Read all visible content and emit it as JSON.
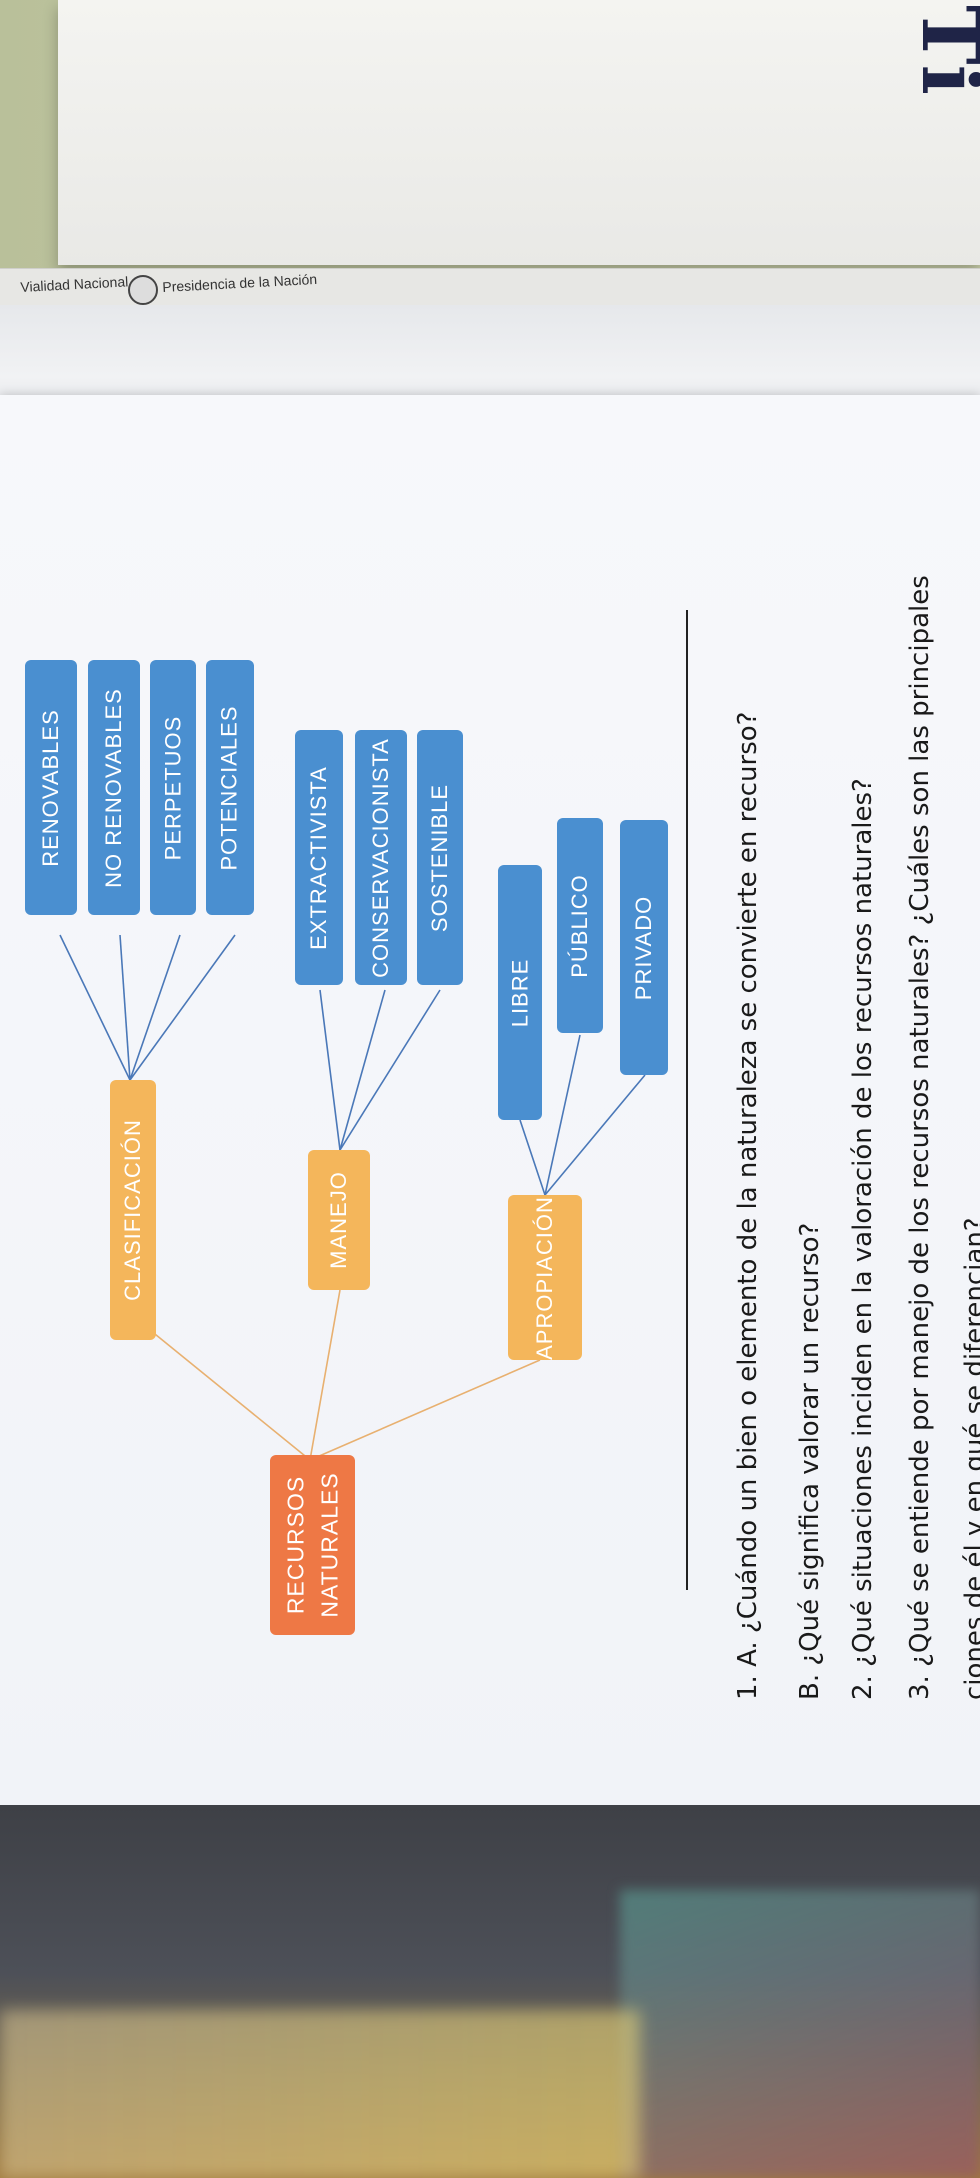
{
  "background": {
    "book_title": "Ti",
    "strip": {
      "left_text": "Vialidad Nacional",
      "right_text": "Presidencia de la Nación"
    }
  },
  "diagram": {
    "root": "RECURSOS NATURALES",
    "branches": [
      {
        "label": "CLASIFICACIÓN",
        "children": [
          "RENOVABLES",
          "NO RENOVABLES",
          "PERPETUOS",
          "POTENCIALES"
        ]
      },
      {
        "label": "MANEJO",
        "children": [
          "EXTRACTIVISTA",
          "CONSERVACIONISTA",
          "SOSTENIBLE"
        ]
      },
      {
        "label": "APROPIACIÓN",
        "children": [
          "LIBRE",
          "PÚBLICO",
          "PRIVADO"
        ]
      }
    ],
    "colors": {
      "root": "#ee7845",
      "branch": "#f4b65b",
      "leaf": "#4a8fd0",
      "connector_branch": "#e8b070",
      "connector_leaf": "#4a78b8"
    }
  },
  "questions": [
    "1. A. ¿Cuándo un bien o elemento de la naturaleza se convierte en recurso?",
    "B. ¿Qué significa valorar un recurso?",
    "2. ¿Qué situaciones inciden en la valoración de los recursos naturales?",
    "3. ¿Qué se entiende por manejo de los recursos naturales? ¿Cuáles son las principales",
    "ciones de él y en qué se diferencian?"
  ]
}
